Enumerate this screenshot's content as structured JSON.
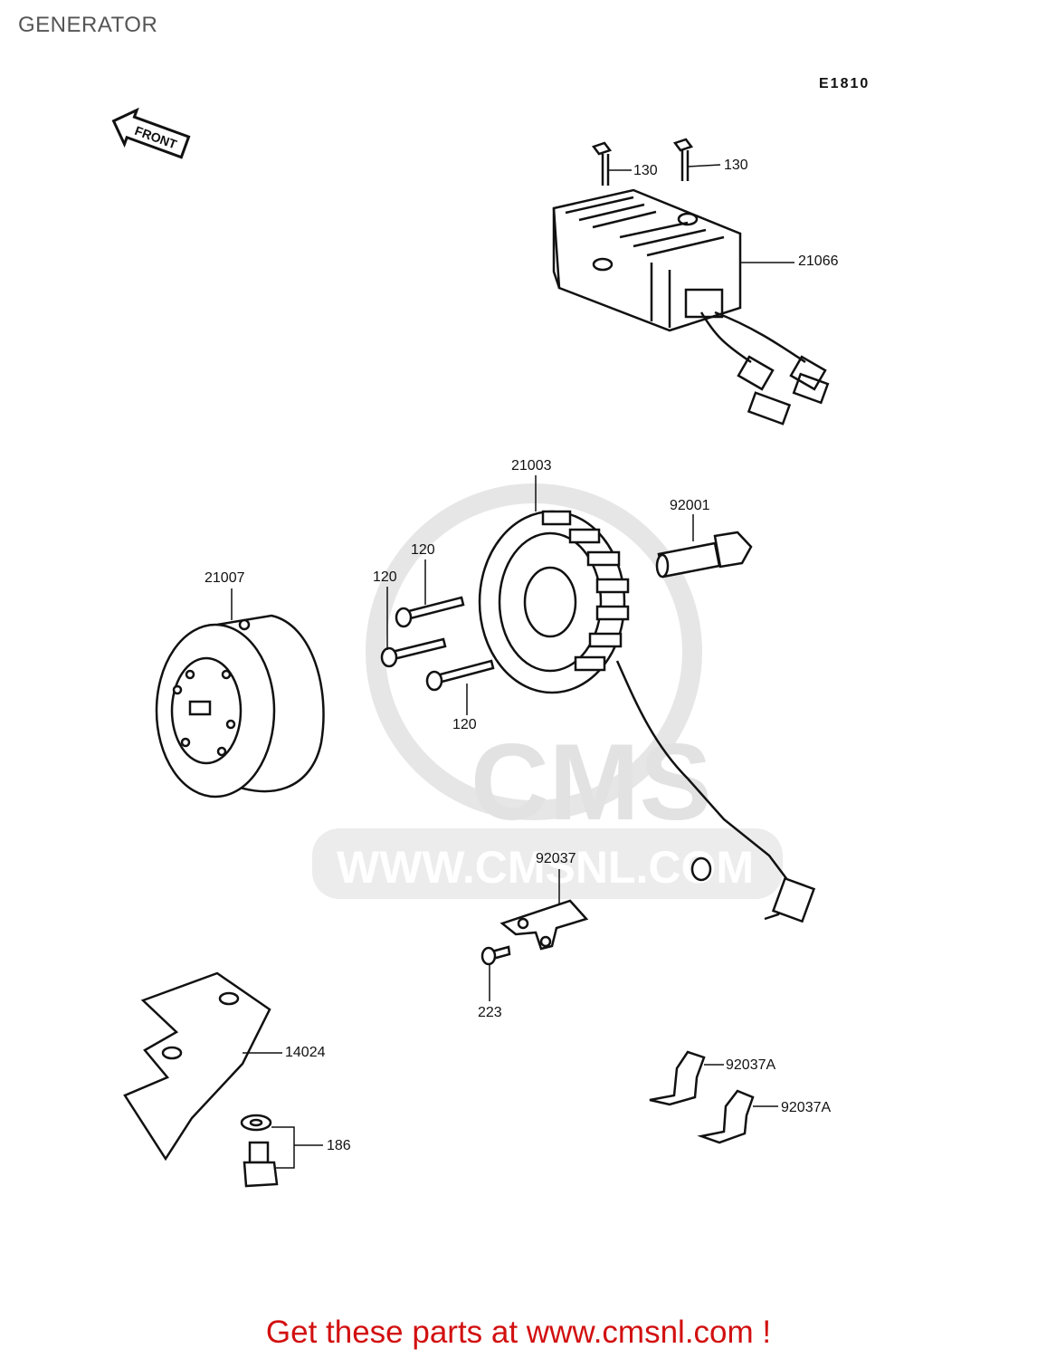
{
  "page": {
    "title": "GENERATOR",
    "diagram_code": "E1810",
    "front_label": "FRONT",
    "call_to_action": "Get these parts at www.cmsnl.com !"
  },
  "watermark": {
    "brand": "CMS",
    "url": "WWW.CMSNL.COM",
    "color": "#e2e2e2"
  },
  "colors": {
    "line": "#111111",
    "title": "#555555",
    "cta": "#d21010"
  },
  "parts": [
    {
      "id": "p130a",
      "number": "130",
      "name": "bolt"
    },
    {
      "id": "p130b",
      "number": "130",
      "name": "bolt"
    },
    {
      "id": "p21066",
      "number": "21066",
      "name": "regulator-rectifier"
    },
    {
      "id": "p21003",
      "number": "21003",
      "name": "stator"
    },
    {
      "id": "p92001",
      "number": "92001",
      "name": "bolt"
    },
    {
      "id": "p21007",
      "number": "21007",
      "name": "flywheel-rotor"
    },
    {
      "id": "p120a",
      "number": "120",
      "name": "screw"
    },
    {
      "id": "p120b",
      "number": "120",
      "name": "screw"
    },
    {
      "id": "p120c",
      "number": "120",
      "name": "screw"
    },
    {
      "id": "p92037",
      "number": "92037",
      "name": "clamp"
    },
    {
      "id": "p223",
      "number": "223",
      "name": "screw"
    },
    {
      "id": "p14024",
      "number": "14024",
      "name": "bracket"
    },
    {
      "id": "p186",
      "number": "186",
      "name": "bolt-washer"
    },
    {
      "id": "p92037Aa",
      "number": "92037A",
      "name": "clamp"
    },
    {
      "id": "p92037Ab",
      "number": "92037A",
      "name": "clamp"
    }
  ]
}
